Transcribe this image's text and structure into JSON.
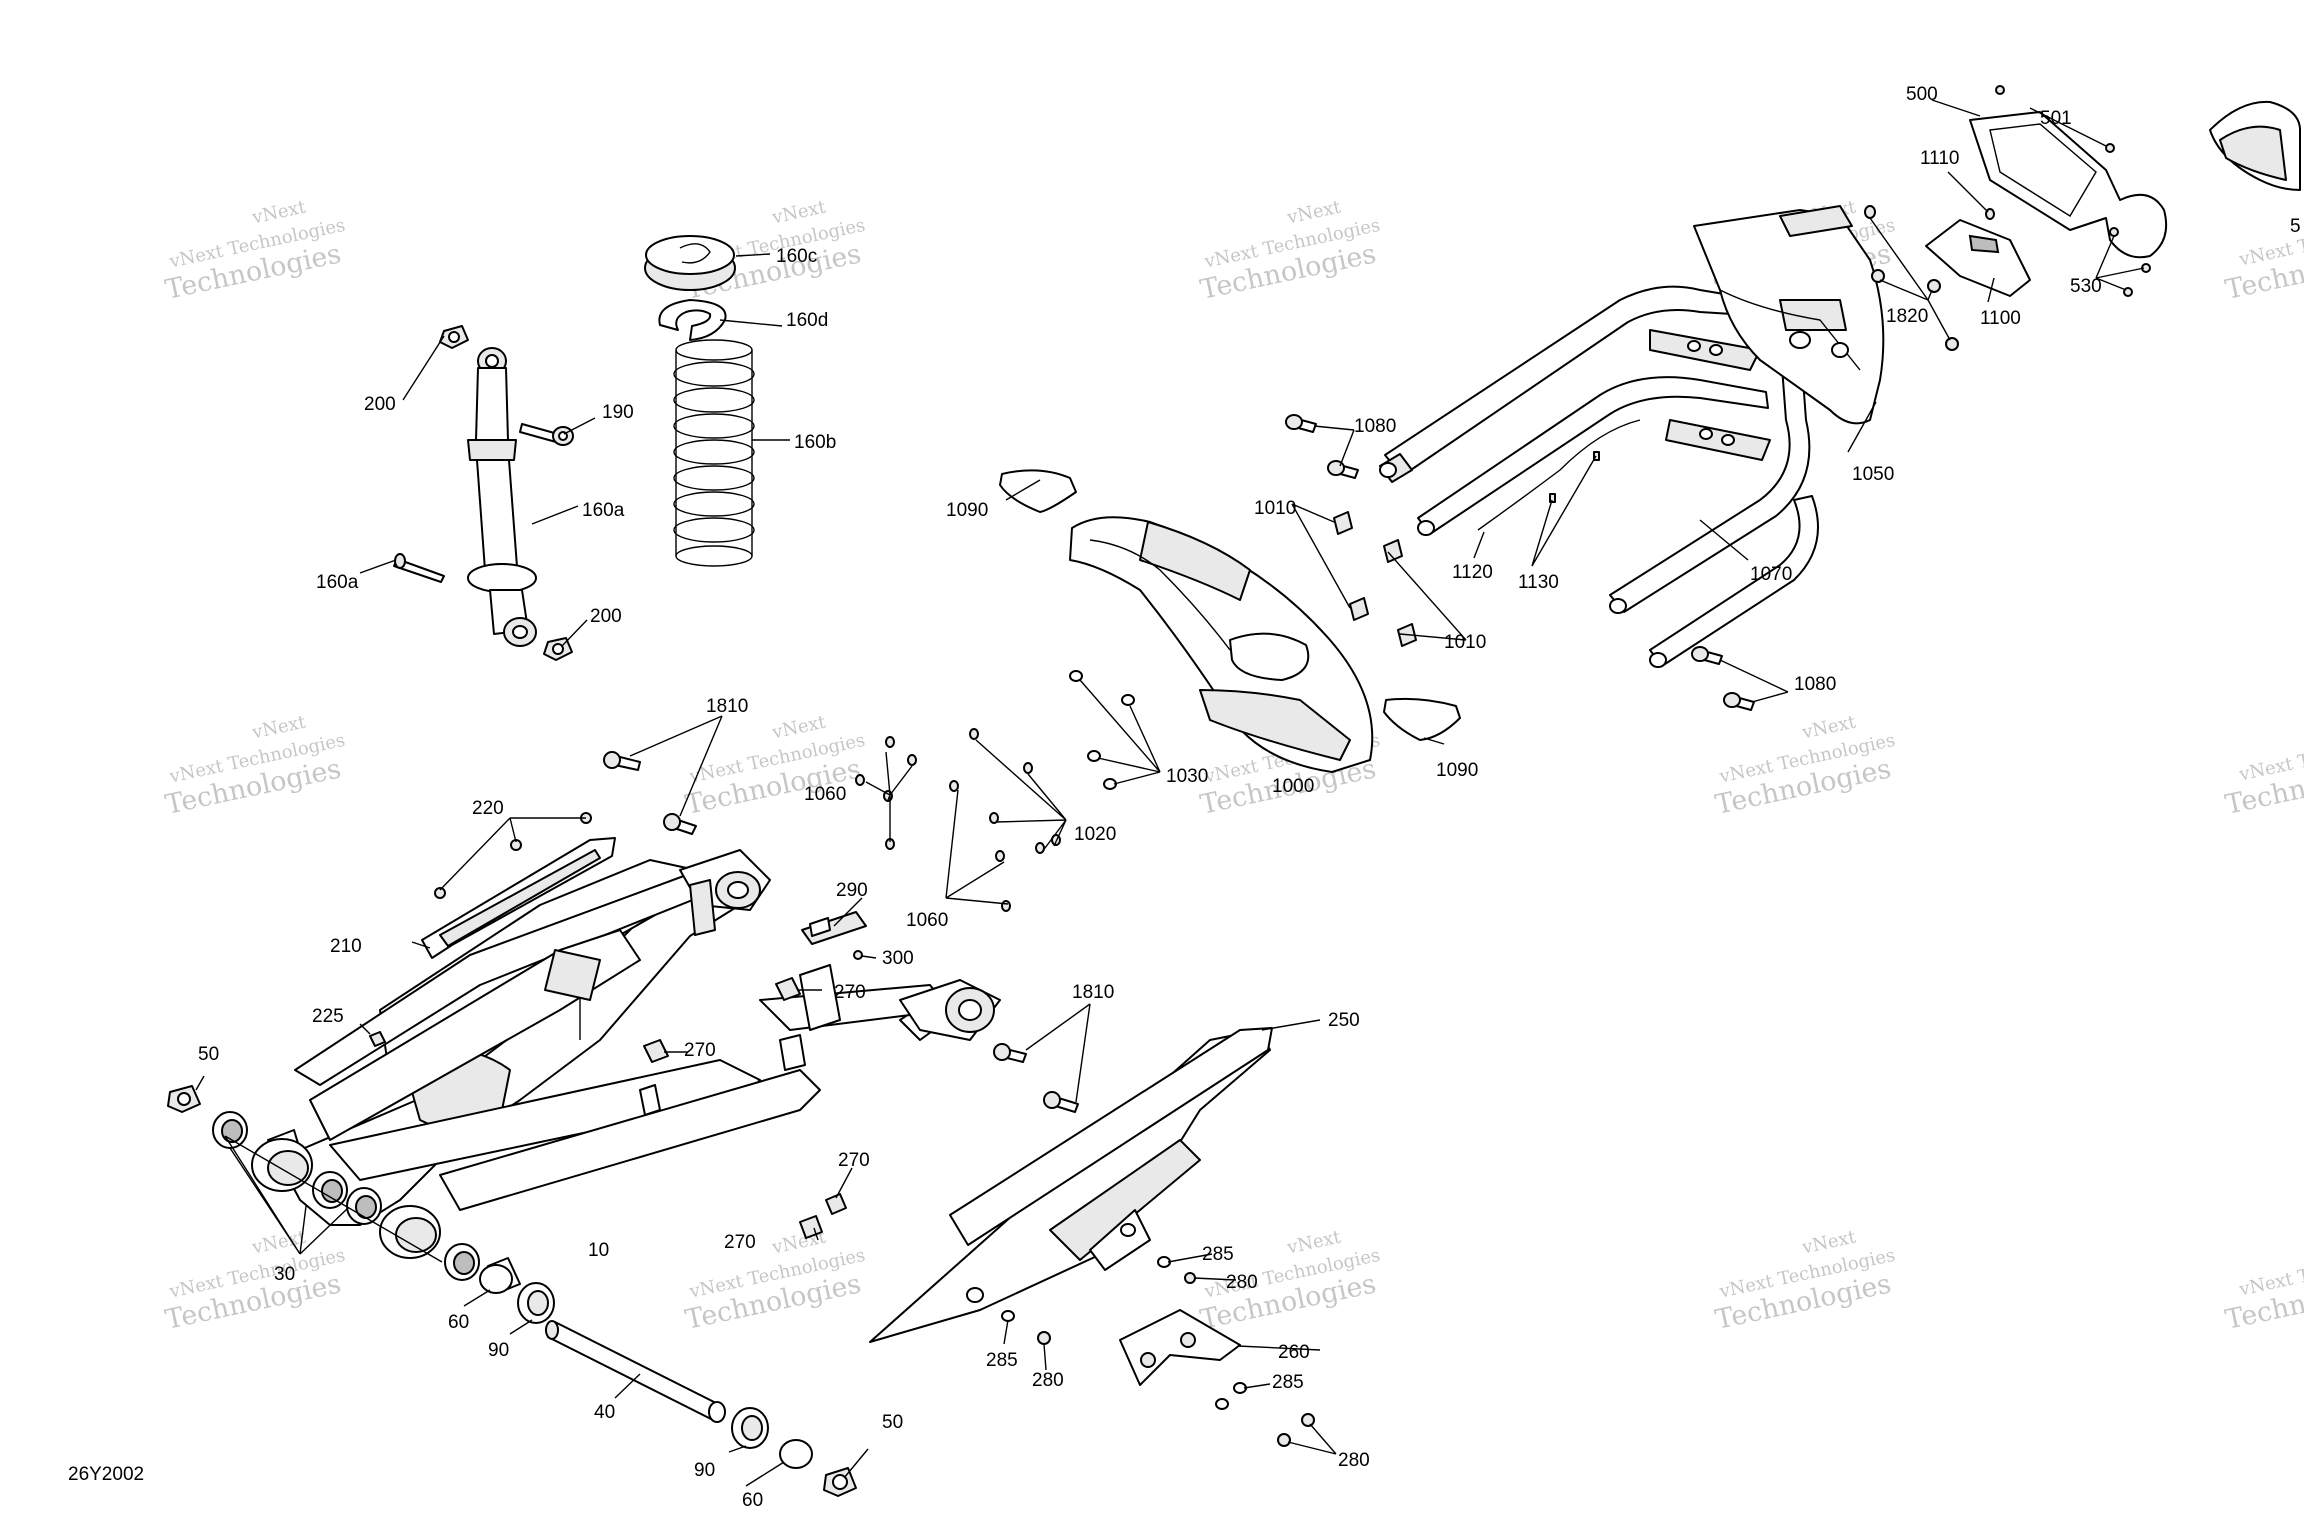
{
  "figure_id": "26Y2002",
  "watermark": {
    "line1": "vNext",
    "line2": "vNext Technologies",
    "line3": "Technologies"
  },
  "callouts": {
    "c10": "10",
    "c30": "30",
    "c40": "40",
    "c50a": "50",
    "c50b": "50",
    "c60a": "60",
    "c60b": "60",
    "c90a": "90",
    "c90b": "90",
    "c160a_1": "160a",
    "c160a_2": "160a",
    "c160b": "160b",
    "c160c": "160c",
    "c160d": "160d",
    "c190": "190",
    "c200a": "200",
    "c200b": "200",
    "c210": "210",
    "c220": "220",
    "c225": "225",
    "c250": "250",
    "c260": "260",
    "c270a": "270",
    "c270b": "270",
    "c270c": "270",
    "c270d": "270",
    "c280a": "280",
    "c280b": "280",
    "c280c": "280",
    "c285a": "285",
    "c285b": "285",
    "c285c": "285",
    "c290": "290",
    "c300": "300",
    "c500": "500",
    "c501": "501",
    "c530": "530",
    "c5": "5",
    "c1000": "1000",
    "c1010a": "1010",
    "c1010b": "1010",
    "c1020": "1020",
    "c1030": "1030",
    "c1050": "1050",
    "c1060a": "1060",
    "c1060b": "1060",
    "c1070": "1070",
    "c1080a": "1080",
    "c1080b": "1080",
    "c1090a": "1090",
    "c1090b": "1090",
    "c1100": "1100",
    "c1110": "1110",
    "c1120": "1120",
    "c1130": "1130",
    "c1810a": "1810",
    "c1810b": "1810",
    "c1820": "1820"
  }
}
